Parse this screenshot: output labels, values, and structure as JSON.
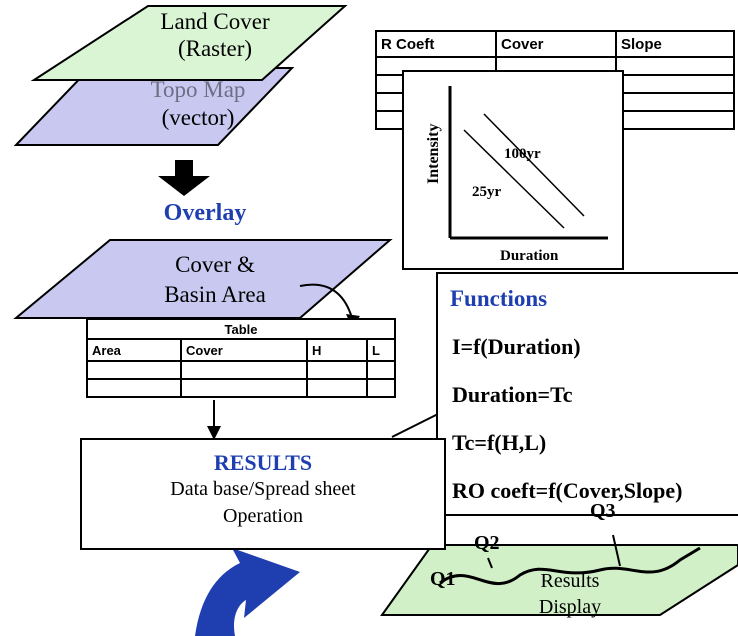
{
  "layers": {
    "land_cover": {
      "line1": "Land Cover",
      "line2": "(Raster)"
    },
    "topo_map": {
      "line1": "Topo Map",
      "line2": "(vector)"
    },
    "cover_basin": {
      "line1": "Cover &",
      "line2": "Basin Area"
    },
    "results_display": {
      "line1": "Results",
      "line2": "Display"
    }
  },
  "overlay_label": "Overlay",
  "coef_table": {
    "headers": [
      "R Coeft",
      "Cover",
      "Slope"
    ]
  },
  "idf_chart": {
    "ylabel": "Intensity",
    "xlabel": "Duration",
    "curve_labels": [
      "100yr",
      "25yr"
    ]
  },
  "basin_table": {
    "title": "Table",
    "headers": [
      "Area",
      "Cover",
      "H",
      "L"
    ]
  },
  "functions": {
    "title": "Functions",
    "lines": [
      "I=f(Duration)",
      "Duration=Tc",
      "Tc=f(H,L)",
      "RO coeft=f(Cover,Slope)"
    ]
  },
  "results": {
    "title": "RESULTS",
    "line1": "Data base/Spread sheet",
    "line2": "Operation"
  },
  "flow_labels": [
    "Q1",
    "Q2",
    "Q3"
  ],
  "colors": {
    "land_cover_fill": "#d9f5d3",
    "topo_fill": "#c8c8f0",
    "basin_fill": "#c8c8f0",
    "results_display_fill": "#d2f0c8",
    "accent_blue": "#1f3fb0"
  }
}
